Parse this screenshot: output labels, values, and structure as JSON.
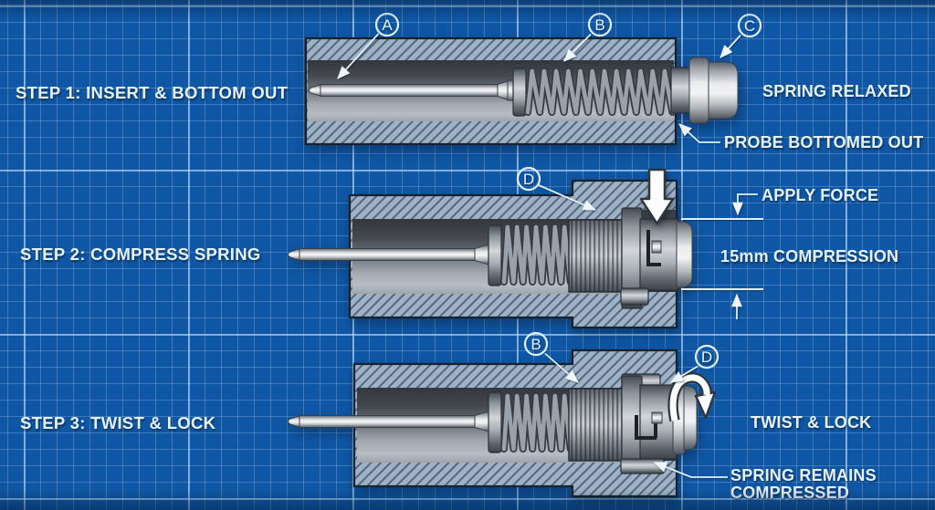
{
  "palette": {
    "background": "#0f57a5",
    "grid_minor": "rgba(150,195,235,0.33)",
    "grid_major": "rgba(205,232,255,0.55)",
    "ink": "#e6f2fc",
    "metal_light": "#eff1f3",
    "metal_dark": "#4e555c",
    "housing_wall": "#9fb2c5"
  },
  "step1": {
    "label": "STEP 1: INSERT & BOTTOM OUT",
    "callout_a": "A",
    "callout_b": "B",
    "callout_c": "C",
    "note_spring": "SPRING RELAXED",
    "note_probe": "PROBE BOTTOMED OUT"
  },
  "step2": {
    "label": "STEP 2: COMPRESS SPRING",
    "callout_d": "D",
    "note_force": "APPLY FORCE",
    "note_compression": "15mm COMPRESSION"
  },
  "step3": {
    "label": "STEP 3: TWIST & LOCK",
    "callout_b": "B",
    "callout_d": "D",
    "note_twist": "TWIST & LOCK",
    "note_remains_line1": "SPRING REMAINS",
    "note_remains_line2": "COMPRESSED"
  }
}
